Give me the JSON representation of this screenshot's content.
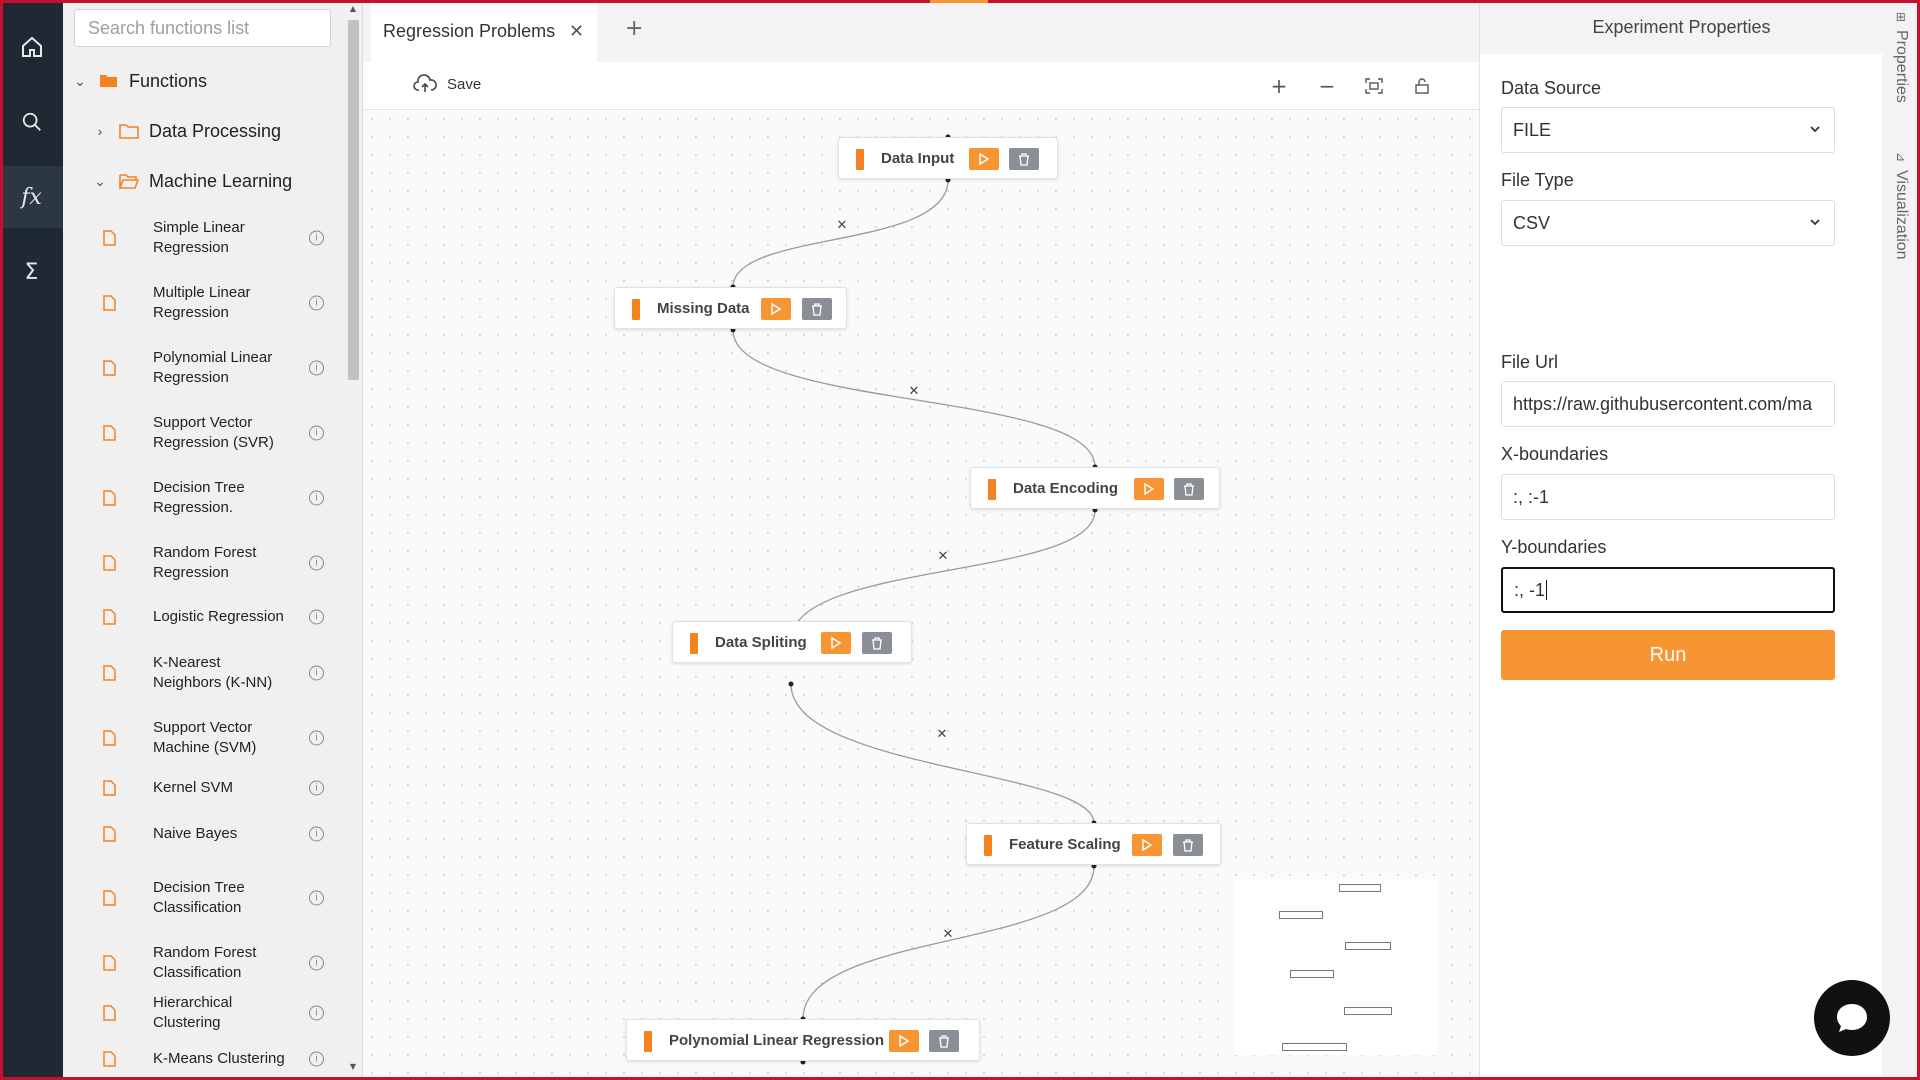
{
  "colors": {
    "accent": "#f79533",
    "node_bar": "#f58220",
    "delete_btn": "#8a8f96",
    "rail": "#1f2933",
    "frame": "#c8102e"
  },
  "rail": {
    "items": [
      {
        "name": "home",
        "icon": "home-icon",
        "active": false
      },
      {
        "name": "search",
        "icon": "search-icon",
        "active": false
      },
      {
        "name": "functions",
        "icon": "fx-icon",
        "label": "fx",
        "active": true
      },
      {
        "name": "sigma",
        "icon": "sigma-icon",
        "label": "Σ",
        "active": false
      }
    ]
  },
  "sidebar": {
    "search_placeholder": "Search functions list",
    "root": "Functions",
    "folders": [
      "Data Processing",
      "Machine Learning"
    ],
    "items": [
      "Simple Linear Regression",
      "Multiple Linear Regression",
      "Polynomial Linear Regression",
      "Support Vector Regression (SVR)",
      "Decision Tree Regression.",
      "Random Forest Regression",
      "Logistic Regression",
      "K-Nearest Neighbors (K-NN)",
      "Support Vector Machine (SVM)",
      "Kernel SVM",
      "Naive Bayes",
      "Decision Tree Classification",
      "Random Forest Classification",
      "Hierarchical Clustering",
      "K-Means Clustering"
    ]
  },
  "tabs": [
    {
      "label": "Regression Problems",
      "active": true
    }
  ],
  "toolbar": {
    "save_label": "Save"
  },
  "nodes": [
    "Data Input",
    "Missing Data",
    "Data Encoding",
    "Data Spliting",
    "Feature Scaling",
    "Polynomial Linear Regression"
  ],
  "properties": {
    "title": "Experiment Properties",
    "data_source_label": "Data Source",
    "data_source_value": "FILE",
    "file_type_label": "File Type",
    "file_type_value": "CSV",
    "file_url_label": "File Url",
    "file_url_value": "https://raw.githubusercontent.com/ma",
    "x_label": "X-boundaries",
    "x_value": ":, :-1",
    "y_label": "Y-boundaries",
    "y_value": ":, -1",
    "run_label": "Run"
  },
  "side_tabs": [
    "Properties",
    "Visualization"
  ]
}
